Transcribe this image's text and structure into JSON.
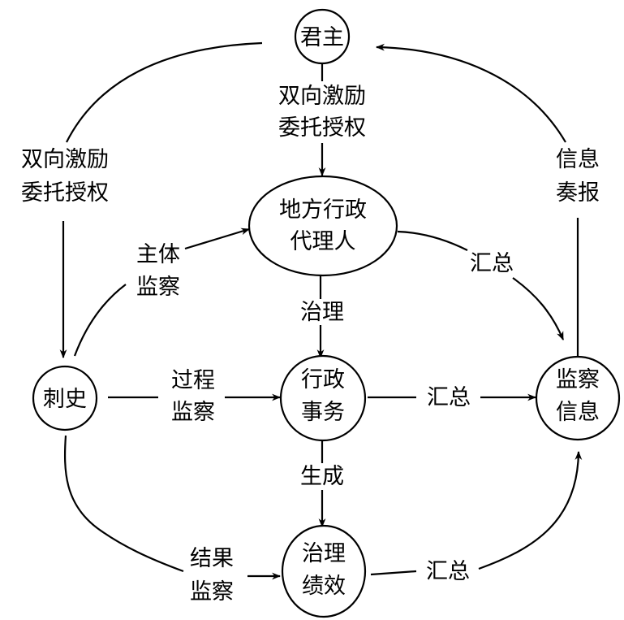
{
  "diagram": {
    "colors": {
      "stroke": "#000000",
      "background": "#ffffff"
    },
    "nodes": {
      "monarch": {
        "lines": [
          "君主"
        ]
      },
      "agent": {
        "lines": [
          "地方行政",
          "代理人"
        ]
      },
      "cishi": {
        "lines": [
          "刺史"
        ]
      },
      "affairs": {
        "lines": [
          "行政",
          "事务"
        ]
      },
      "info": {
        "lines": [
          "监察",
          "信息"
        ]
      },
      "performance": {
        "lines": [
          "治理",
          "绩效"
        ]
      }
    },
    "edges": {
      "monarch_to_agent": {
        "lines": [
          "双向激励",
          "委托授权"
        ]
      },
      "monarch_to_cishi": {
        "lines": [
          "双向激励",
          "委托授权"
        ]
      },
      "info_to_monarch": {
        "lines": [
          "信息",
          "奏报"
        ]
      },
      "cishi_to_agent": {
        "lines": [
          "主体",
          "监察"
        ]
      },
      "agent_to_info": {
        "lines": [
          "汇总"
        ]
      },
      "agent_to_affairs": {
        "lines": [
          "治理"
        ]
      },
      "cishi_to_affairs": {
        "lines": [
          "过程",
          "监察"
        ]
      },
      "affairs_to_info": {
        "lines": [
          "汇总"
        ]
      },
      "affairs_to_performance": {
        "lines": [
          "生成"
        ]
      },
      "cishi_to_performance": {
        "lines": [
          "结果",
          "监察"
        ]
      },
      "performance_to_info": {
        "lines": [
          "汇总"
        ]
      }
    }
  }
}
